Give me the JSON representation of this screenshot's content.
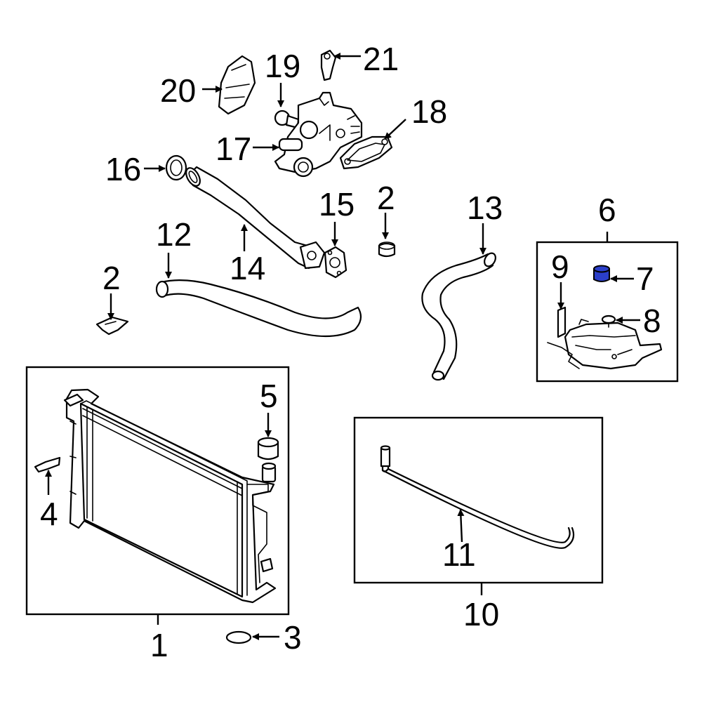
{
  "callouts": {
    "c1": "1",
    "c2a": "2",
    "c2b": "2",
    "c3": "3",
    "c4": "4",
    "c5": "5",
    "c6": "6",
    "c7": "7",
    "c8": "8",
    "c9": "9",
    "c10": "10",
    "c11": "11",
    "c12": "12",
    "c13": "13",
    "c14": "14",
    "c15": "15",
    "c16": "16",
    "c17": "17",
    "c18": "18",
    "c19": "19",
    "c20": "20",
    "c21": "21"
  },
  "colors": {
    "line": "#000000",
    "highlight": "#2b3fc9"
  },
  "highlighted_part": "7"
}
